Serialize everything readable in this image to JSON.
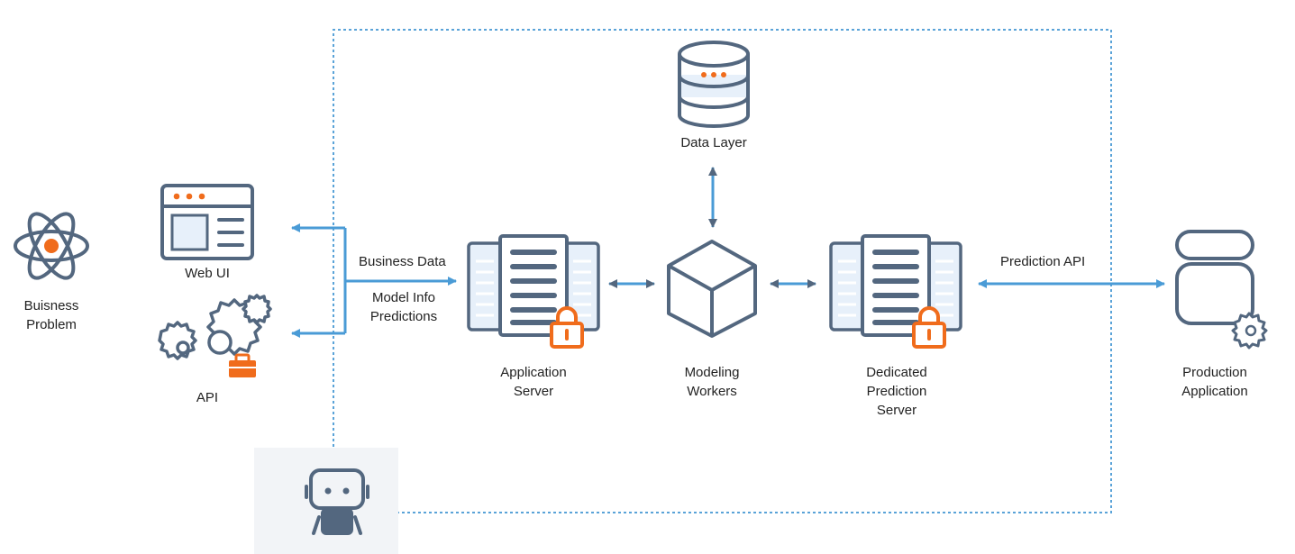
{
  "colors": {
    "icon_stroke": "#53677f",
    "accent_orange": "#f06c1c",
    "connector_blue": "#4a9bd6",
    "boundary_blue": "#5aa3d8",
    "pale_blue": "#e7f0fa",
    "text": "#222222"
  },
  "nodes": {
    "business_problem": {
      "icon": "atom-icon",
      "line1": "Buisness",
      "line2": "Problem"
    },
    "web_ui": {
      "icon": "browser-window-icon",
      "label": "Web UI"
    },
    "api": {
      "icon": "gears-briefcase-icon",
      "label": "API"
    },
    "data_layer": {
      "icon": "database-icon",
      "label": "Data Layer"
    },
    "application_server": {
      "icon": "server-lock-icon",
      "line1": "Application",
      "line2": "Server"
    },
    "modeling_workers": {
      "icon": "cube-icon",
      "line1": "Modeling",
      "line2": "Workers"
    },
    "dedicated_prediction_server": {
      "icon": "server-lock-icon",
      "line1": "Dedicated",
      "line2": "Prediction",
      "line3": "Server"
    },
    "production_application": {
      "icon": "app-gear-icon",
      "line1": "Production",
      "line2": "Application"
    },
    "robot": {
      "icon": "robot-icon"
    }
  },
  "edges": {
    "business_data": "Business Data",
    "model_info": "Model Info",
    "predictions": "Predictions",
    "prediction_api": "Prediction API"
  }
}
